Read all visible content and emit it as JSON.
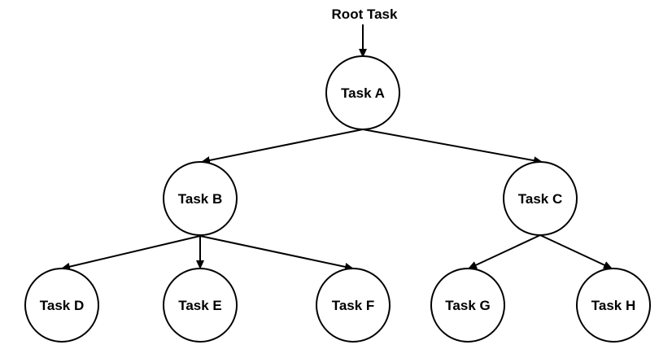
{
  "diagram": {
    "root_label": "Root Task",
    "nodes": {
      "a": "Task A",
      "b": "Task B",
      "c": "Task C",
      "d": "Task D",
      "e": "Task E",
      "f": "Task F",
      "g": "Task G",
      "h": "Task H"
    },
    "edges": [
      {
        "from": "root",
        "to": "a"
      },
      {
        "from": "a",
        "to": "b"
      },
      {
        "from": "a",
        "to": "c"
      },
      {
        "from": "b",
        "to": "d"
      },
      {
        "from": "b",
        "to": "e"
      },
      {
        "from": "b",
        "to": "f"
      },
      {
        "from": "c",
        "to": "g"
      },
      {
        "from": "c",
        "to": "h"
      }
    ],
    "colors": {
      "stroke": "#000000",
      "fill": "#ffffff",
      "text": "#000000"
    }
  }
}
